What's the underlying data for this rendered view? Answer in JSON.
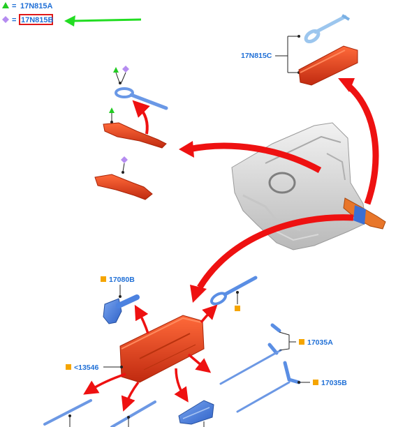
{
  "legend": {
    "row1": {
      "marker": "triangle",
      "marker_color": "#22cc22",
      "equals": "=",
      "code": "17N815A"
    },
    "row2": {
      "marker": "diamond",
      "marker_color": "#b58cf0",
      "equals": "=",
      "code": "17N815B",
      "highlighted": true
    }
  },
  "callouts": {
    "c17n815c": "17N815C",
    "c17080b": "17080B",
    "c13546": "<13546",
    "c17035a": "17035A",
    "c17035b": "17035B"
  },
  "colors": {
    "part_red": "#e4401e",
    "part_blue": "#4c82e0",
    "part_light_blue": "#9cc6ee",
    "arrow_red": "#ee1111",
    "arrow_green": "#22dd22",
    "callout_text": "#1f6fd6",
    "marker_orange": "#f5a500",
    "marker_green": "#22cc22",
    "marker_purple": "#b58cf0"
  }
}
